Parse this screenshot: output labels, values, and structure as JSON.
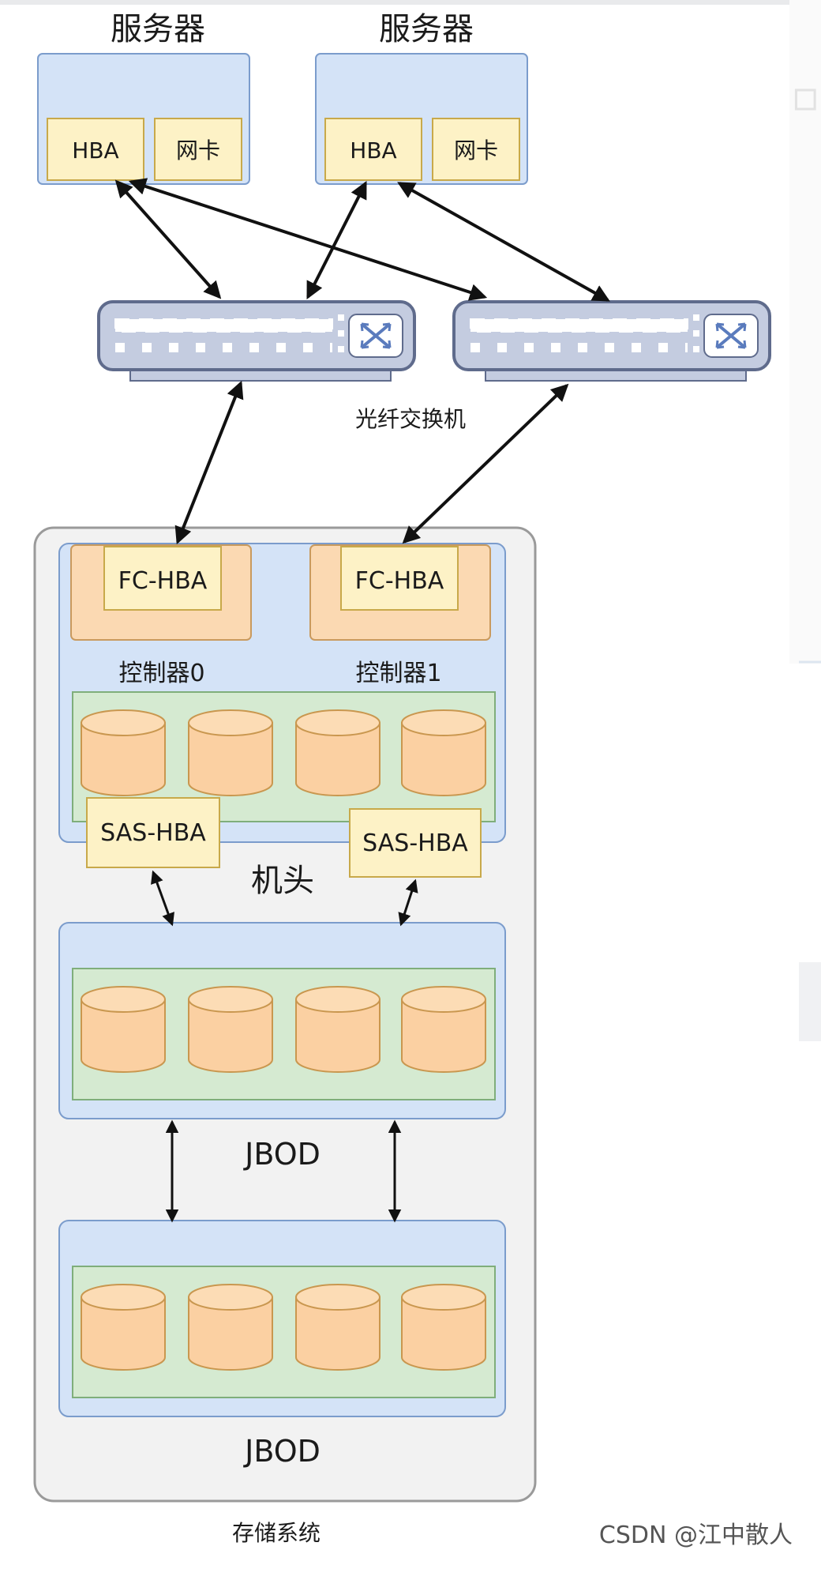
{
  "servers": [
    {
      "title": "服务器",
      "hba": "HBA",
      "nic": "网卡"
    },
    {
      "title": "服务器",
      "hba": "HBA",
      "nic": "网卡"
    }
  ],
  "switch_label": "光纤交换机",
  "controllers": [
    {
      "fc_hba": "FC-HBA",
      "label": "控制器0"
    },
    {
      "fc_hba": "FC-HBA",
      "label": "控制器1"
    }
  ],
  "sas_hba": [
    "SAS-HBA",
    "SAS-HBA"
  ],
  "head_label": "机头",
  "jbod_labels": [
    "JBOD",
    "JBOD"
  ],
  "storage_system_label": "存储系统",
  "watermark": "CSDN @江中散人"
}
